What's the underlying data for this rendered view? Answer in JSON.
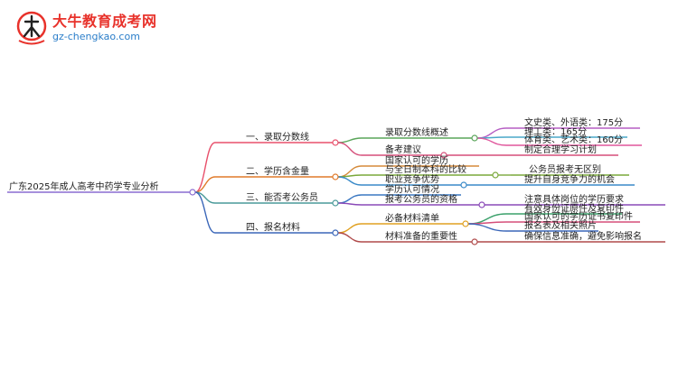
{
  "brand": {
    "title": "大牛教育成考网",
    "url": "gz-chengkao.com"
  },
  "mindmap": {
    "root": "广东2025年成人高考中药学专业分析",
    "branches": [
      {
        "label": "一、录取分数线",
        "color": "#e8506b",
        "children": [
          {
            "label": "录取分数线概述",
            "color": "#5aa55a",
            "children": [
              {
                "label": "文史类、外语类：175分",
                "color": "#b65fc4"
              },
              {
                "label": "理工类：165分",
                "color": "#4aa8c9"
              },
              {
                "label": "体育类、艺术类：160分",
                "color": "#e0569c"
              }
            ]
          },
          {
            "label": "备考建议",
            "color": "#d54f7a",
            "children": [
              {
                "label": "制定合理学习计划",
                "color": "#d54f7a"
              }
            ]
          }
        ]
      },
      {
        "label": "二、学历含金量",
        "color": "#e07a2a",
        "children": [
          {
            "label": "国家认可的学历",
            "color": "#d58a3a",
            "children": []
          },
          {
            "label": "与全日制本科的比较",
            "color": "#7aa83a",
            "children": [
              {
                "label": "公务员报考无区别",
                "color": "#7aa83a"
              }
            ]
          },
          {
            "label": "职业竞争优势",
            "color": "#3a8ac8",
            "children": [
              {
                "label": "提升自身竞争力的机会",
                "color": "#3a8ac8"
              }
            ]
          }
        ]
      },
      {
        "label": "三、能否考公务员",
        "color": "#4a9a9a",
        "children": [
          {
            "label": "学历认可情况",
            "color": "#3b78c2",
            "children": []
          },
          {
            "label": "报考公务员的资格",
            "color": "#8a4ab8",
            "children": [
              {
                "label": "注意具体岗位的学历要求",
                "color": "#8a4ab8"
              }
            ]
          }
        ]
      },
      {
        "label": "四、报名材料",
        "color": "#3a66b8",
        "children": [
          {
            "label": "必备材料清单",
            "color": "#e0a020",
            "children": [
              {
                "label": "有效身份证原件及复印件",
                "color": "#3aa06a"
              },
              {
                "label": "国家认可的学历证书复印件",
                "color": "#d54f7a"
              },
              {
                "label": "报名表及相关照片",
                "color": "#3a66b8"
              }
            ]
          },
          {
            "label": "材料准备的重要性",
            "color": "#b04a4a",
            "children": [
              {
                "label": "确保信息准确，避免影响报名",
                "color": "#b04a4a"
              }
            ]
          }
        ]
      }
    ]
  }
}
